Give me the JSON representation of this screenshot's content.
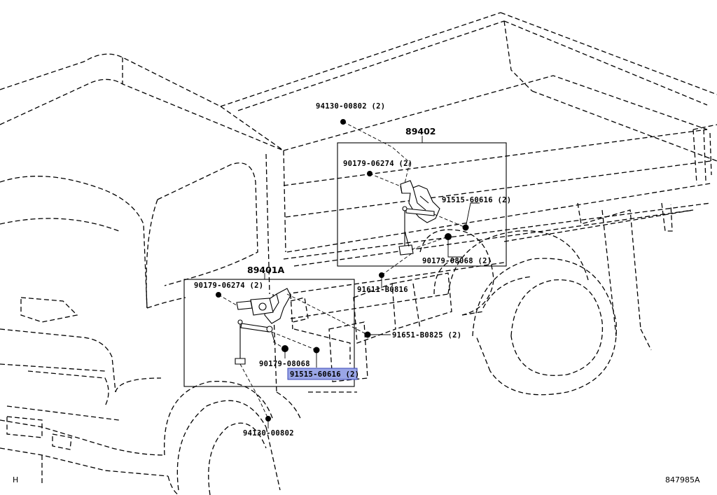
{
  "labels": {
    "part_94130_00802_2": "94130-00802 (2)",
    "asm_89402": "89402",
    "part_90179_06274_2_upper": "90179-06274 (2)",
    "part_91515_60616_2_upper": "91515-60616 (2)",
    "part_90179_08068_2": "90179-08068 (2)",
    "part_91611_b0816": "91611-B0816",
    "asm_89401a": "89401A",
    "part_90179_06274_2_lower": "90179-06274 (2)",
    "part_91651_b0825_2": "91651-B0825 (2)",
    "part_90179_08068": "90179-08068",
    "part_91515_60616_2_lower": "91515-60616 (2)",
    "part_94130_00802": "94130-00802"
  },
  "corner_left": "H",
  "corner_right": "847985A",
  "highlight_color": "#9aa6e6"
}
